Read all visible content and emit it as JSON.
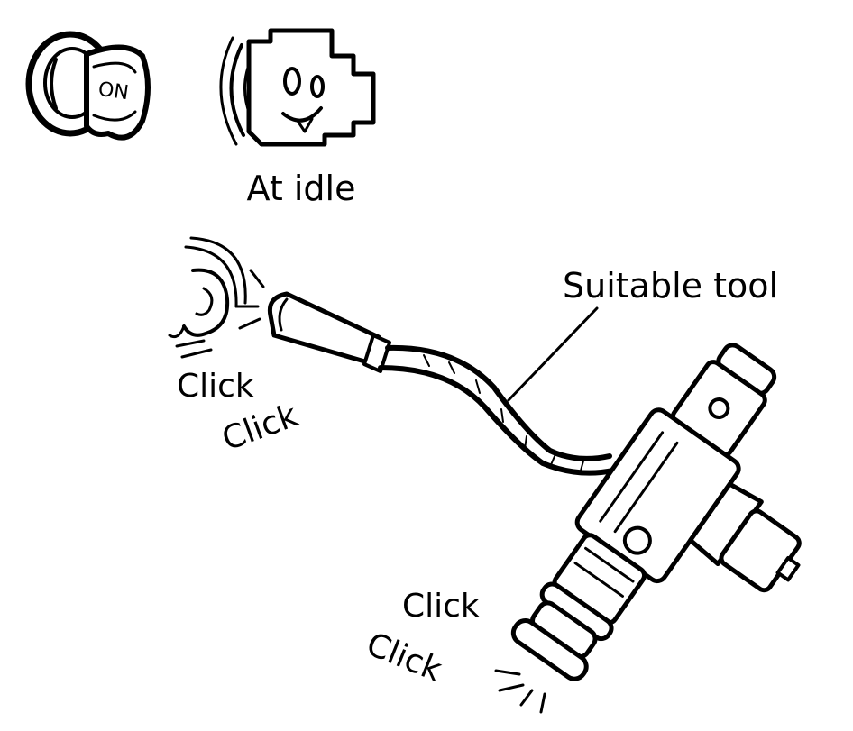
{
  "key_label": "ON",
  "engine_caption": "At idle",
  "tool_label": "Suitable tool",
  "ear_clicks": [
    "Click",
    "Click"
  ],
  "injector_clicks": [
    "Click",
    "Click"
  ],
  "icons": {
    "ignition": "ignition-key-icon",
    "engine": "engine-idle-icon",
    "ear": "ear-icon",
    "tool": "stethoscope-tool-icon",
    "injector": "fuel-injector-icon"
  },
  "colors": {
    "ink": "#000000",
    "paper": "#ffffff"
  }
}
